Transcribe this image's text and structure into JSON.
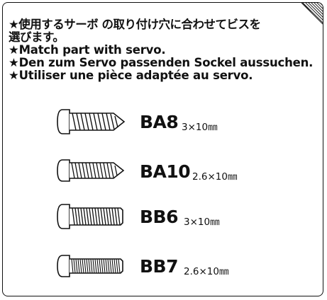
{
  "instructions": {
    "jp_line1": "★使用するサーボ の取り付け穴に合わせてビスを",
    "jp_line2": "選びます。",
    "en": "★Match part with servo.",
    "de": "★Den zum Servo passenden Sockel aussuchen.",
    "fr": "★Utiliser une pièce adaptée au servo."
  },
  "parts": [
    {
      "code": "BA8",
      "size": "3×10㎜",
      "icon": "tapping-screw-icon"
    },
    {
      "code": "BA10",
      "size": "2.6×10㎜",
      "icon": "tapping-screw-icon"
    },
    {
      "code": "BB6",
      "size": "3×10㎜",
      "icon": "machine-screw-icon"
    },
    {
      "code": "BB7",
      "size": "2.6×10㎜",
      "icon": "machine-screw-icon"
    }
  ]
}
